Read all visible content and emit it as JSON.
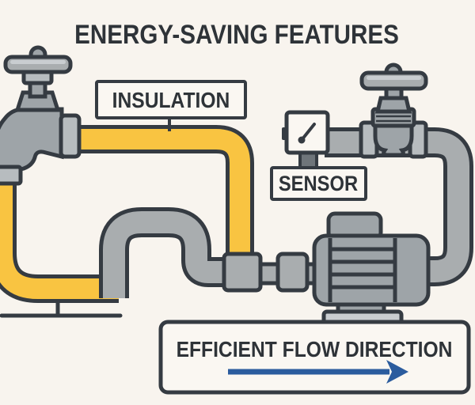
{
  "title": "ENERGY-SAVING FEATURES",
  "labels": {
    "insulation": "INSULATION",
    "sensor": "SENSOR",
    "flow_direction": "EFFICIENT FLOW DIRECTION"
  },
  "icons": {
    "flow_arrow": "right-arrow-icon",
    "sensor_gauge": "dial-gauge-icon",
    "valve_left": "faucet-valve-icon",
    "valve_right": "gate-valve-icon",
    "pump": "motor-pump-icon"
  },
  "colors": {
    "bg": "#F8F4EE",
    "outline": "#353B42",
    "text": "#2E3338",
    "yellow": "#F9C441",
    "pipe": "#A9ADAF",
    "metal": "#9EA4A8",
    "metal-light": "#B7BCBF",
    "metal-lighter": "#C9CDD0",
    "box-fill": "#FAF7F2",
    "arrow-blue": "#2B5C9E",
    "stem-dark": "#6F757A"
  }
}
